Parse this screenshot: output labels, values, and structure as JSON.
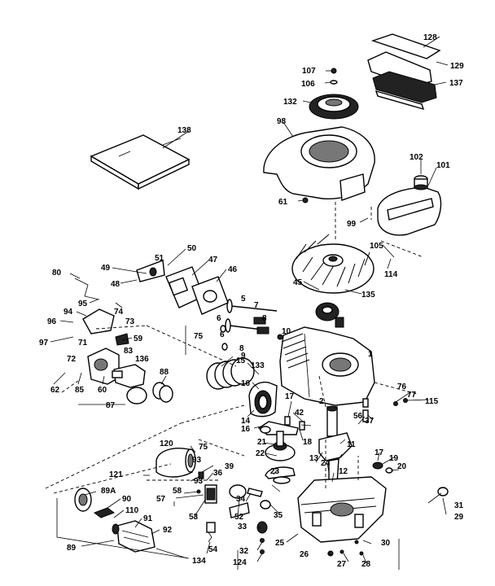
{
  "part_numbers": {
    "n1": "1",
    "n2": "2",
    "n5": "5",
    "n6": "6",
    "n7": "7",
    "n8": "8",
    "n9": "9",
    "n10": "10",
    "n11": "11",
    "n12": "12",
    "n13": "13",
    "n14": "14",
    "n15": "15",
    "n16": "16",
    "n16b": "16",
    "n17": "17",
    "n17b": "17",
    "n18": "18",
    "n19": "19",
    "n20": "20",
    "n21": "21",
    "n22": "22",
    "n23": "23",
    "n24": "24",
    "n25": "25",
    "n26": "26",
    "n27": "27",
    "n28": "28",
    "n29": "29",
    "n30": "30",
    "n31": "31",
    "n32": "32",
    "n33": "33",
    "n34": "34",
    "n35": "35",
    "n36": "36",
    "n37": "37",
    "n39": "39",
    "n42": "42",
    "n45": "45",
    "n46": "46",
    "n47": "47",
    "n48": "48",
    "n49": "49",
    "n50": "50",
    "n51": "51",
    "n52": "52",
    "n53": "53",
    "n54": "54",
    "n56": "56",
    "n57": "57",
    "n58": "58",
    "n59": "59",
    "n60": "60",
    "n61": "61",
    "n62": "62",
    "n71": "71",
    "n72": "72",
    "n73": "73",
    "n74": "74",
    "n75": "75",
    "n75b": "75",
    "n76": "76",
    "n77": "77",
    "n80": "80",
    "n83": "83",
    "n85": "85",
    "n87": "87",
    "n88": "88",
    "n89": "89",
    "n89a": "89A",
    "n90": "90",
    "n91": "91",
    "n92": "92",
    "n93": "93",
    "n94": "94",
    "n95": "95",
    "n96": "96",
    "n97": "97",
    "n98": "98",
    "n99": "99",
    "n101": "101",
    "n102": "102",
    "n105": "105",
    "n106": "106",
    "n107": "107",
    "n110": "110",
    "n114": "114",
    "n115": "115",
    "n120": "120",
    "n121": "121",
    "n124": "124",
    "n128": "128",
    "n129": "129",
    "n132": "132",
    "n133": "133",
    "n134": "134",
    "n135": "135",
    "n136": "136",
    "n137": "137",
    "n138": "138"
  }
}
